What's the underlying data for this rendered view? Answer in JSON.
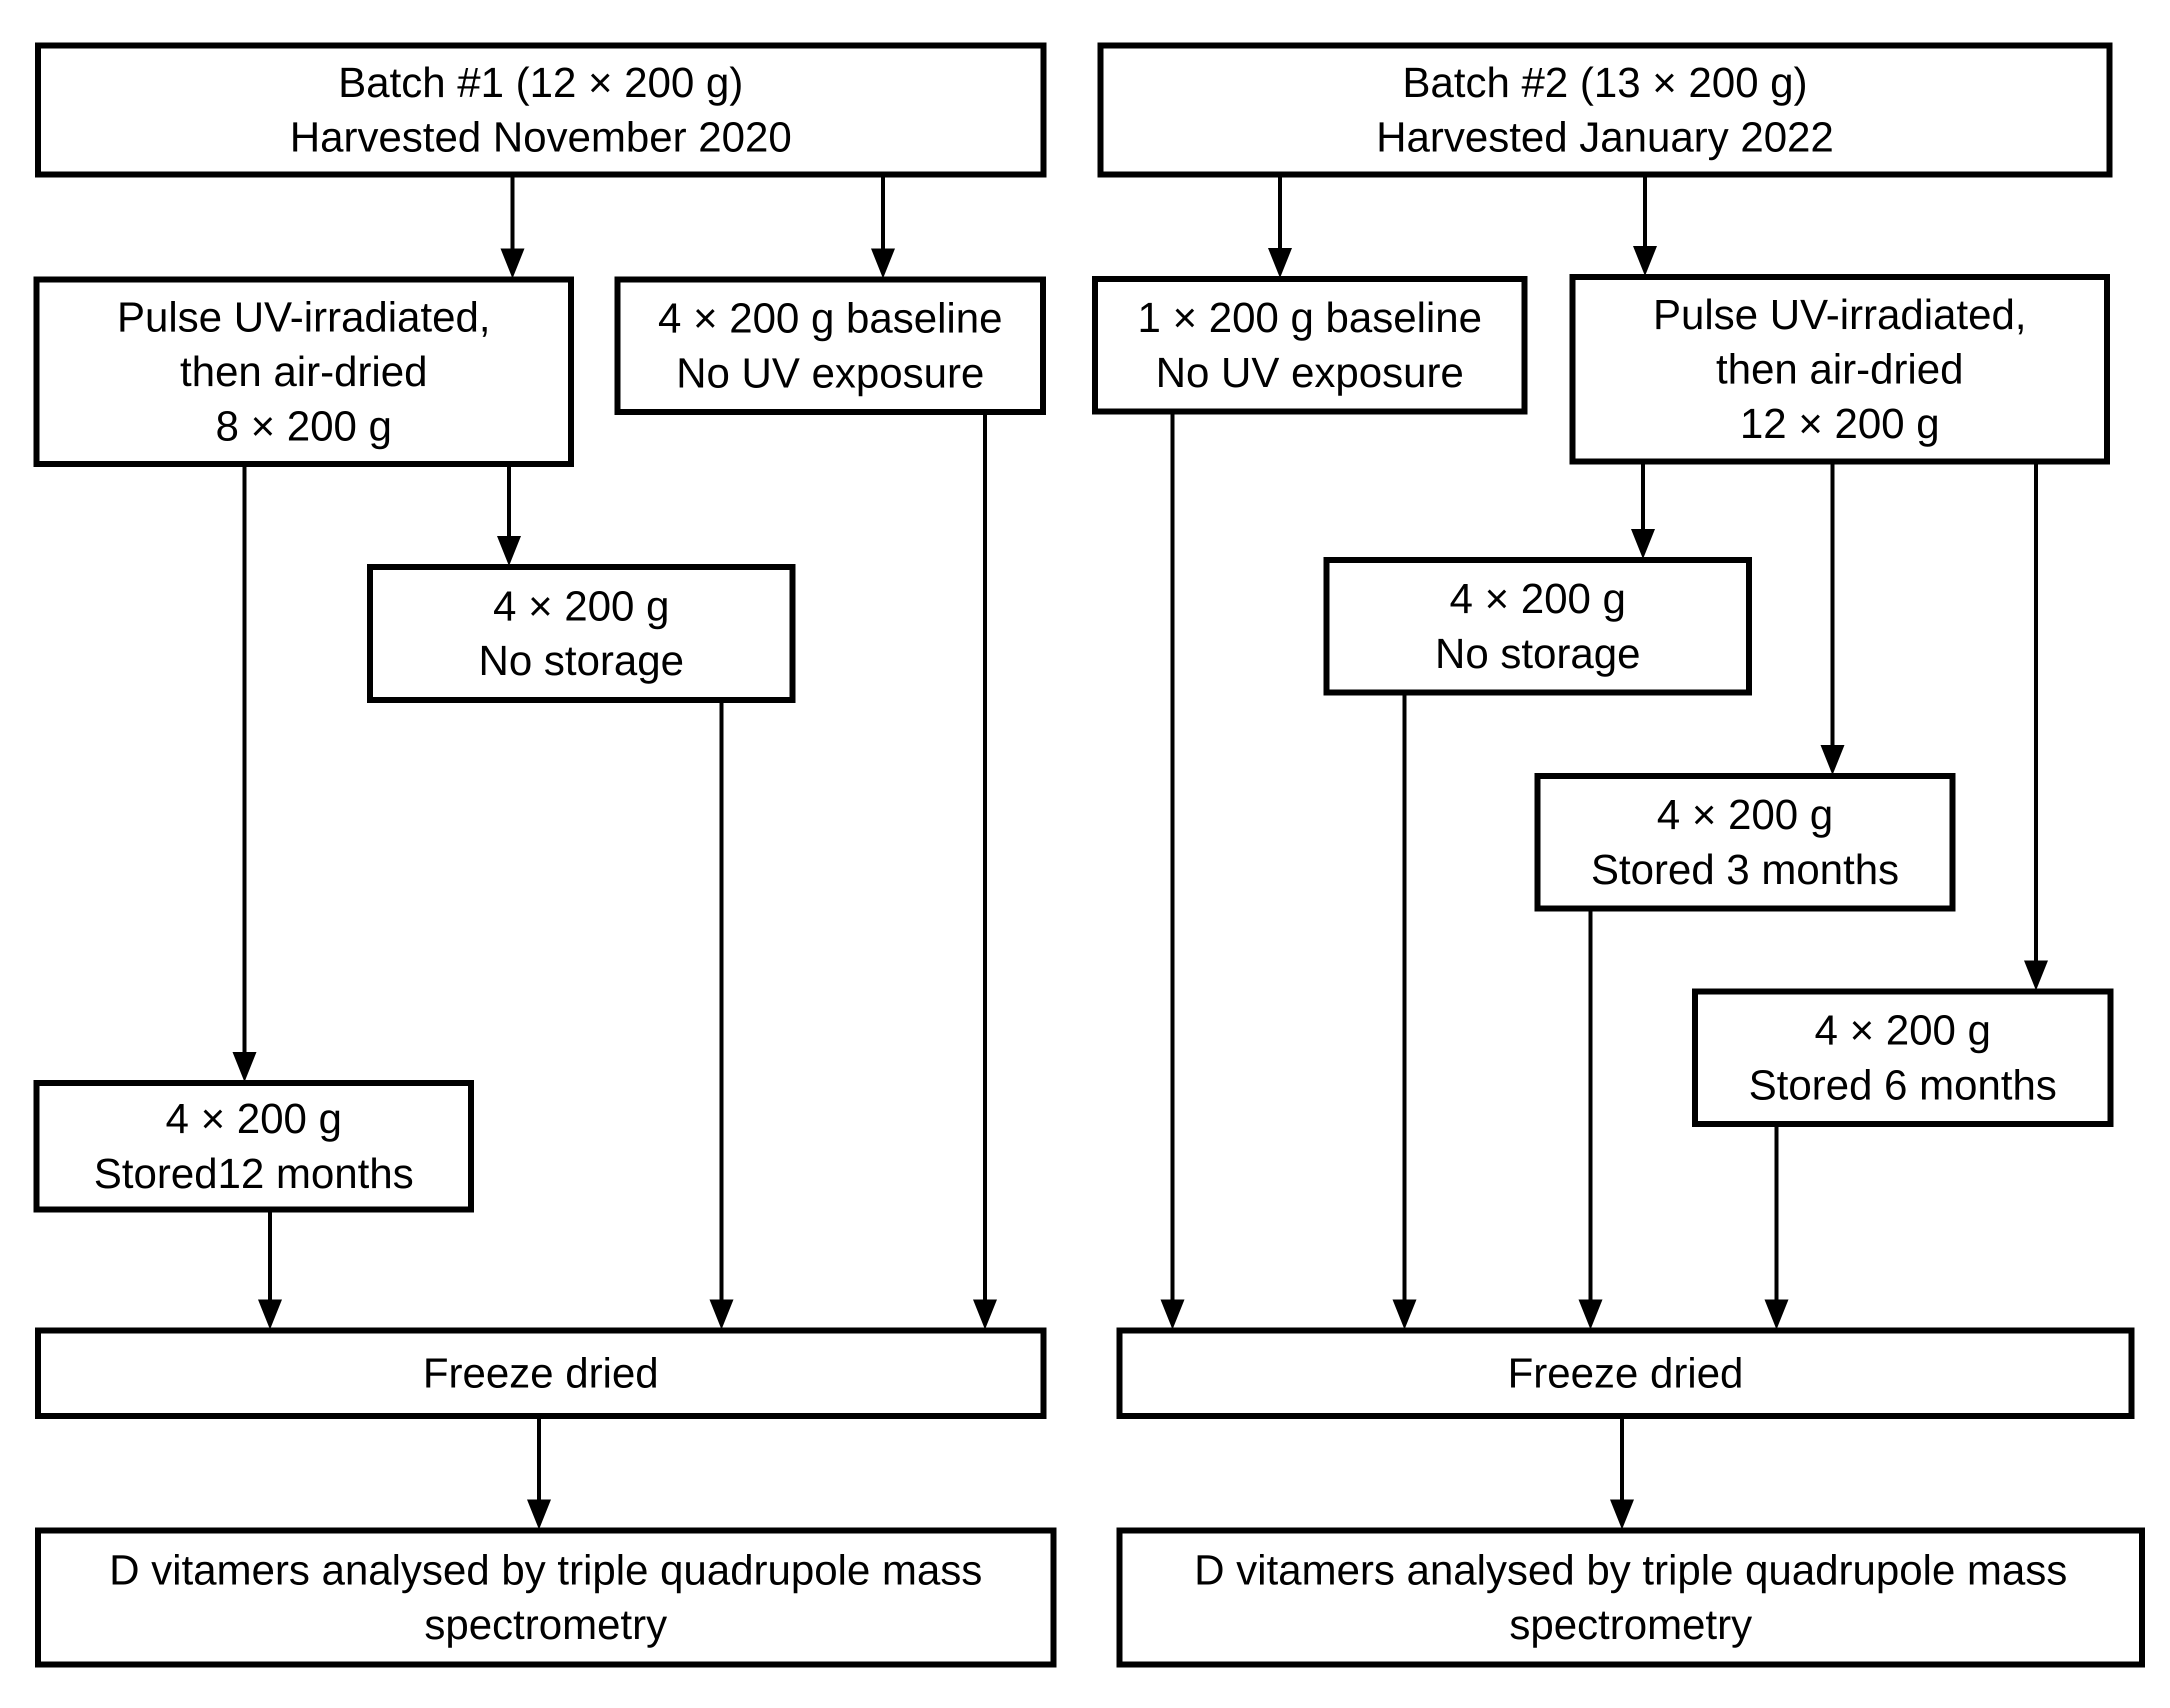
{
  "figure": {
    "colors": {
      "ink": "#000000",
      "background": "#ffffff"
    },
    "batch1": {
      "source": "Batch #1 (12 × 200 g)\nHarvested November 2020",
      "pulse_uv": "Pulse UV-irradiated,\nthen air-dried\n8 × 200 g",
      "baseline": "4 × 200 g baseline\nNo UV exposure",
      "no_storage": "4 × 200 g\nNo storage",
      "stored_12_months": "4 × 200 g\nStored12 months",
      "freeze_dried": "Freeze dried",
      "analysis": "D vitamers analysed by triple quadrupole mass\nspectrometry"
    },
    "batch2": {
      "source": "Batch #2 (13 × 200 g)\nHarvested January 2022",
      "baseline": "1 × 200 g baseline\nNo UV exposure",
      "pulse_uv": "Pulse UV-irradiated,\nthen air-dried\n12 × 200 g",
      "no_storage": "4 × 200 g\nNo storage",
      "stored_3_months": "4 × 200 g\nStored 3 months",
      "stored_6_months": "4 × 200 g\nStored 6 months",
      "freeze_dried": "Freeze dried",
      "analysis": "D vitamers analysed by triple quadrupole mass\nspectrometry"
    }
  }
}
